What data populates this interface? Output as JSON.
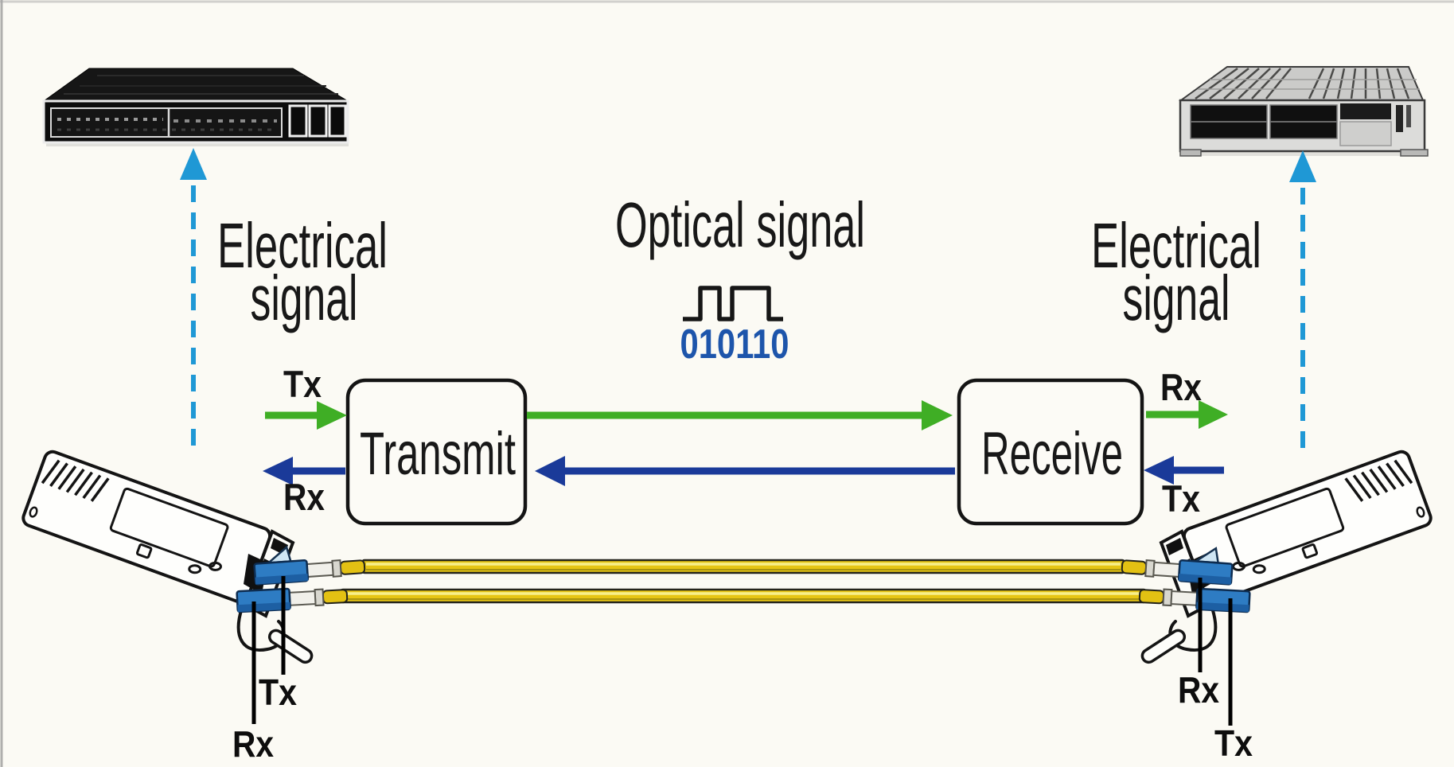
{
  "diagram": {
    "background": "#fbfaf4",
    "labels": {
      "electrical_left": {
        "line1": "Electrical",
        "line2": "signal"
      },
      "electrical_right": {
        "line1": "Electrical",
        "line2": "signal"
      },
      "optical": "Optical signal",
      "binary": "010110",
      "transmit": "Transmit",
      "receive": "Receive",
      "left_port_tx": "Tx",
      "left_port_rx": "Rx",
      "right_port_rx": "Rx",
      "right_port_tx": "Tx",
      "left_fiber_tx": "Tx",
      "left_fiber_rx": "Rx",
      "right_fiber_rx": "Rx",
      "right_fiber_tx": "Tx"
    },
    "colors": {
      "signal_green": "#3fae25",
      "signal_navy": "#1a3a99",
      "electrical_dash_blue": "#1f98d5",
      "binary_blue": "#1d55ab",
      "fiber_yellow": "#e6c514",
      "lc_connector_blue": "#2e7cc3",
      "text_black": "#161616"
    },
    "devices": {
      "left": "ethernet-switch",
      "right": "switch-line-card"
    }
  }
}
